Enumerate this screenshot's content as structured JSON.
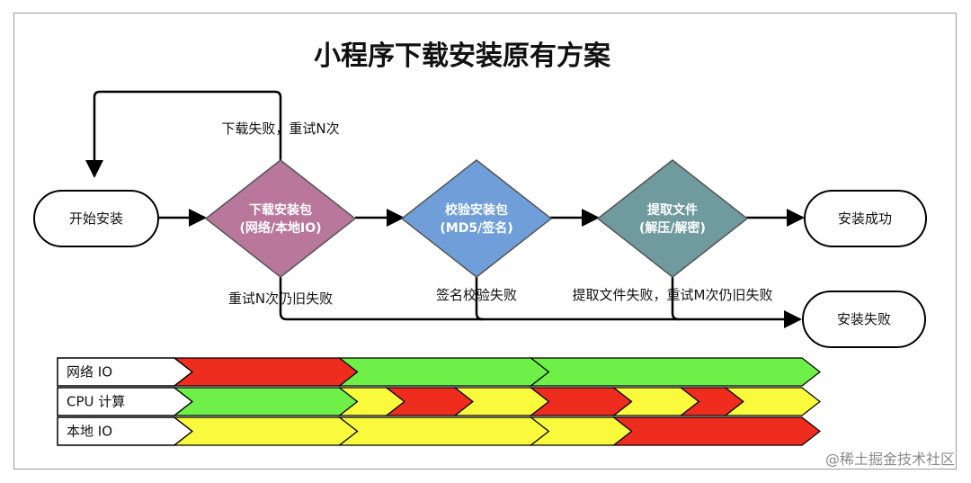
{
  "title": "小程序下载安装原有方案",
  "nodes": {
    "start": "开始安装",
    "success": "安装成功",
    "fail": "安装失败"
  },
  "steps": [
    {
      "line1": "下载安装包",
      "line2": "(网络/本地IO)",
      "color": "#b9779b"
    },
    {
      "line1": "校验安装包",
      "line2": "(MD5/签名)",
      "color": "#6f9ed9"
    },
    {
      "line1": "提取文件",
      "line2": "(解压/解密)",
      "color": "#6f9a9e"
    }
  ],
  "labels": {
    "retry": "下载失败，重试N次",
    "retry_fail": "重试N次仍旧失败",
    "sign_fail": "签名校验失败",
    "extract_fail": "提取文件失败，重试M次仍旧失败"
  },
  "colors": {
    "red": "#ee2d1f",
    "green": "#6ef048",
    "yellow": "#fafa3c"
  },
  "resource_rows": [
    {
      "label": "网络 IO",
      "segments": [
        {
          "color": "red",
          "from": 0,
          "to": 0.263
        },
        {
          "color": "green",
          "from": 0.263,
          "to": 0.568
        },
        {
          "color": "green",
          "from": 0.568,
          "to": 1
        }
      ]
    },
    {
      "label": "CPU 计算",
      "segments": [
        {
          "color": "green",
          "from": 0,
          "to": 0.263
        },
        {
          "color": "yellow",
          "from": 0.263,
          "to": 0.338
        },
        {
          "color": "red",
          "from": 0.338,
          "to": 0.447
        },
        {
          "color": "yellow",
          "from": 0.447,
          "to": 0.568
        },
        {
          "color": "red",
          "from": 0.568,
          "to": 0.7
        },
        {
          "color": "yellow",
          "from": 0.7,
          "to": 0.807
        },
        {
          "color": "red",
          "from": 0.807,
          "to": 0.878
        },
        {
          "color": "yellow",
          "from": 0.878,
          "to": 1
        }
      ]
    },
    {
      "label": "本地 IO",
      "segments": [
        {
          "color": "yellow",
          "from": 0,
          "to": 0.263
        },
        {
          "color": "yellow",
          "from": 0.263,
          "to": 0.568
        },
        {
          "color": "yellow",
          "from": 0.568,
          "to": 0.7
        },
        {
          "color": "red",
          "from": 0.7,
          "to": 1
        }
      ]
    }
  ],
  "watermark": "@稀土掘金技术社区"
}
